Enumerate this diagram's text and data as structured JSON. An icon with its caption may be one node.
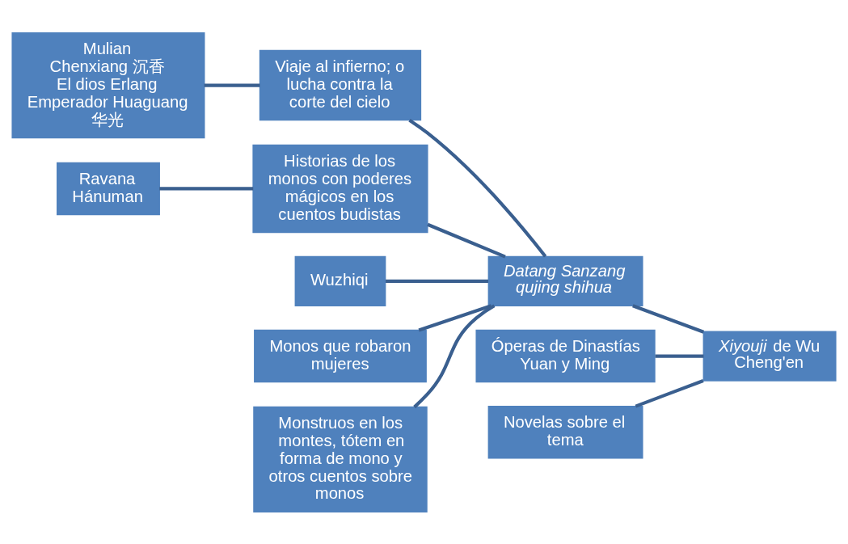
{
  "diagram": {
    "nodes": [
      {
        "text": [
          "Mulian",
          "Chenxiang 沉香",
          "El dios Erlang",
          "Emperador Huaguang 华光"
        ]
      },
      {
        "text": [
          "Viaje al infierno; o lucha contra la corte del cielo"
        ]
      },
      {
        "text": [
          "Ravana",
          "Hánuman"
        ]
      },
      {
        "text": [
          "Historias de los monos con poderes mágicos en los cuentos budistas"
        ]
      },
      {
        "text": [
          "Wuzhiqi"
        ]
      },
      {
        "text": [
          "Monos que robaron mujeres"
        ]
      },
      {
        "text": [
          "Monstruos en los montes, tótem en forma de mono y otros cuentos sobre monos"
        ]
      },
      {
        "text": [
          "Datang Sanzang qujing shihua"
        ]
      },
      {
        "text": [
          "Óperas de Dinastías Yuan y Ming"
        ]
      },
      {
        "text": [
          "Novelas sobre el tema"
        ]
      },
      {
        "text": [
          "*Xiyouji* de Wu Cheng'en"
        ]
      }
    ],
    "edges": [
      {
        "from": 0,
        "to": 1,
        "arrow": "none"
      },
      {
        "from": 2,
        "to": 3,
        "arrow": "none"
      },
      {
        "from": 1,
        "to": 7,
        "arrow": "none"
      },
      {
        "from": 3,
        "to": 7,
        "arrow": "none"
      },
      {
        "from": 4,
        "to": 7,
        "arrow": "none"
      },
      {
        "from": 5,
        "to": 7,
        "arrow": "none"
      },
      {
        "from": 6,
        "to": 7,
        "arrow": "none"
      },
      {
        "from": 7,
        "to": 10,
        "arrow": "none"
      },
      {
        "from": 8,
        "to": 10,
        "arrow": "none"
      },
      {
        "from": 9,
        "to": 10,
        "arrow": "none"
      }
    ]
  }
}
